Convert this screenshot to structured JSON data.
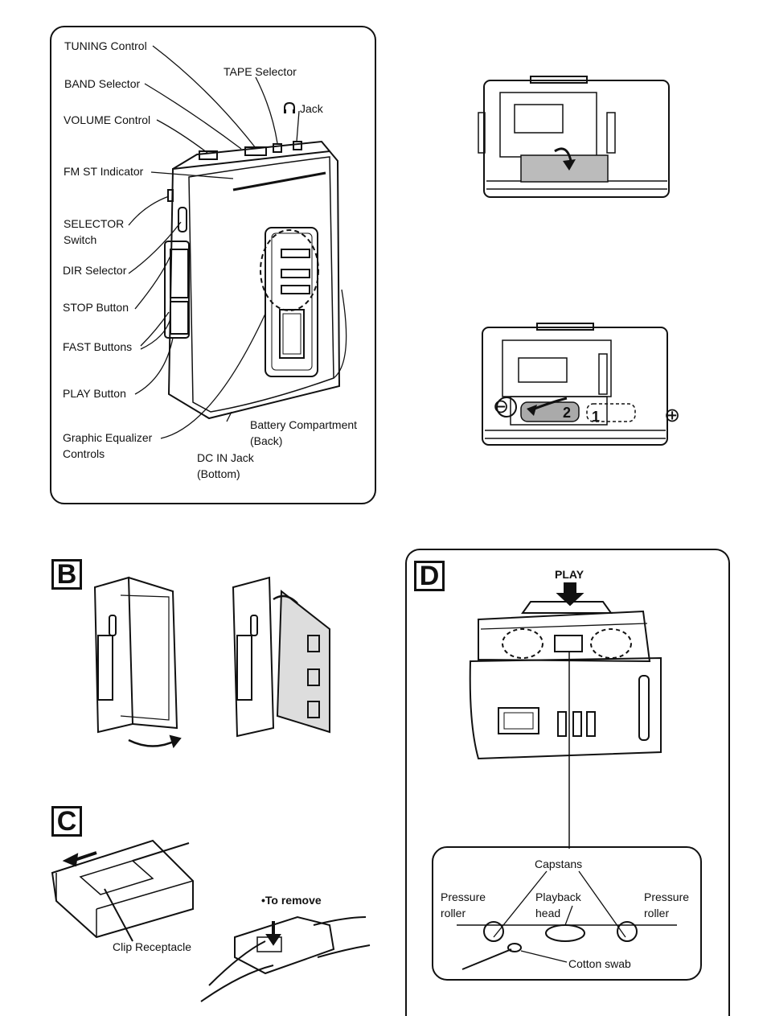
{
  "panel_a": {
    "labels": {
      "tuning": "TUNING Control",
      "tape": "TAPE Selector",
      "band": "BAND Selector",
      "jack": "Jack",
      "volume": "VOLUME Control",
      "fmst": "FM ST Indicator",
      "selector_1": "SELECTOR",
      "selector_2": "Switch",
      "dir": "DIR Selector",
      "stop": "STOP Button",
      "fast": "FAST Buttons",
      "play": "PLAY Button",
      "geq_1": "Graphic Equalizer",
      "geq_2": "Controls",
      "battery_1": "Battery Compartment",
      "battery_2": "(Back)",
      "dcin_1": "DC IN Jack",
      "dcin_2": "(Bottom)"
    }
  },
  "battery_figure": {
    "step_2": "2",
    "step_1": "1",
    "minus": "⊖",
    "plus": "⊕"
  },
  "panel_b": {
    "tag": "B"
  },
  "panel_c": {
    "tag": "C",
    "to_remove": "•To remove",
    "clip": "Clip Receptacle"
  },
  "panel_d": {
    "tag": "D",
    "play": "PLAY",
    "capstans": "Capstans",
    "pressure_left_1": "Pressure",
    "pressure_left_2": "roller",
    "playback_1": "Playback",
    "playback_2": "head",
    "pressure_right_1": "Pressure",
    "pressure_right_2": "roller",
    "swab": "Cotton swab"
  }
}
